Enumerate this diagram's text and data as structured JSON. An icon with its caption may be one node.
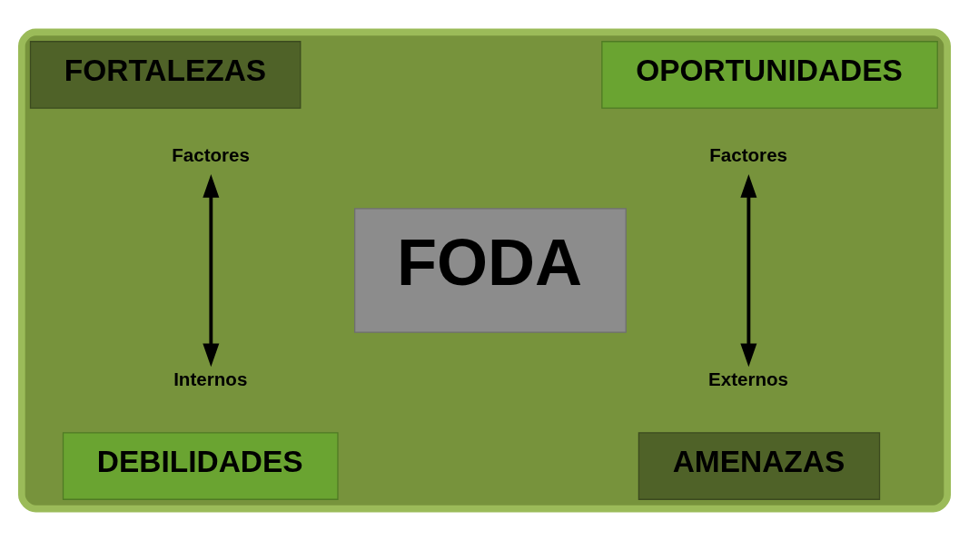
{
  "diagram": {
    "nodes": [
      {
        "text": [],
        "shape": "box"
      },
      {
        "text": [
          "FORTALEZAS"
        ],
        "in": 0
      },
      {
        "text": [
          "OPORTUNIDADES"
        ],
        "in": 0
      },
      {
        "text": [
          "Factores"
        ],
        "in": 0
      },
      {
        "text": [
          "Factores"
        ],
        "in": 0
      },
      {
        "text": [
          "FODA"
        ],
        "in": 0
      },
      {
        "text": [
          "Internos"
        ],
        "in": 0
      },
      {
        "text": [
          "Externos"
        ],
        "in": 0
      },
      {
        "text": [
          "DEBILIDADES"
        ],
        "in": 0
      },
      {
        "text": [
          "AMENAZAS"
        ],
        "in": 0
      }
    ],
    "edges": [
      {
        "from": 3,
        "to": 6,
        "arrow": "both"
      },
      {
        "from": 4,
        "to": 7,
        "arrow": "both"
      }
    ]
  }
}
